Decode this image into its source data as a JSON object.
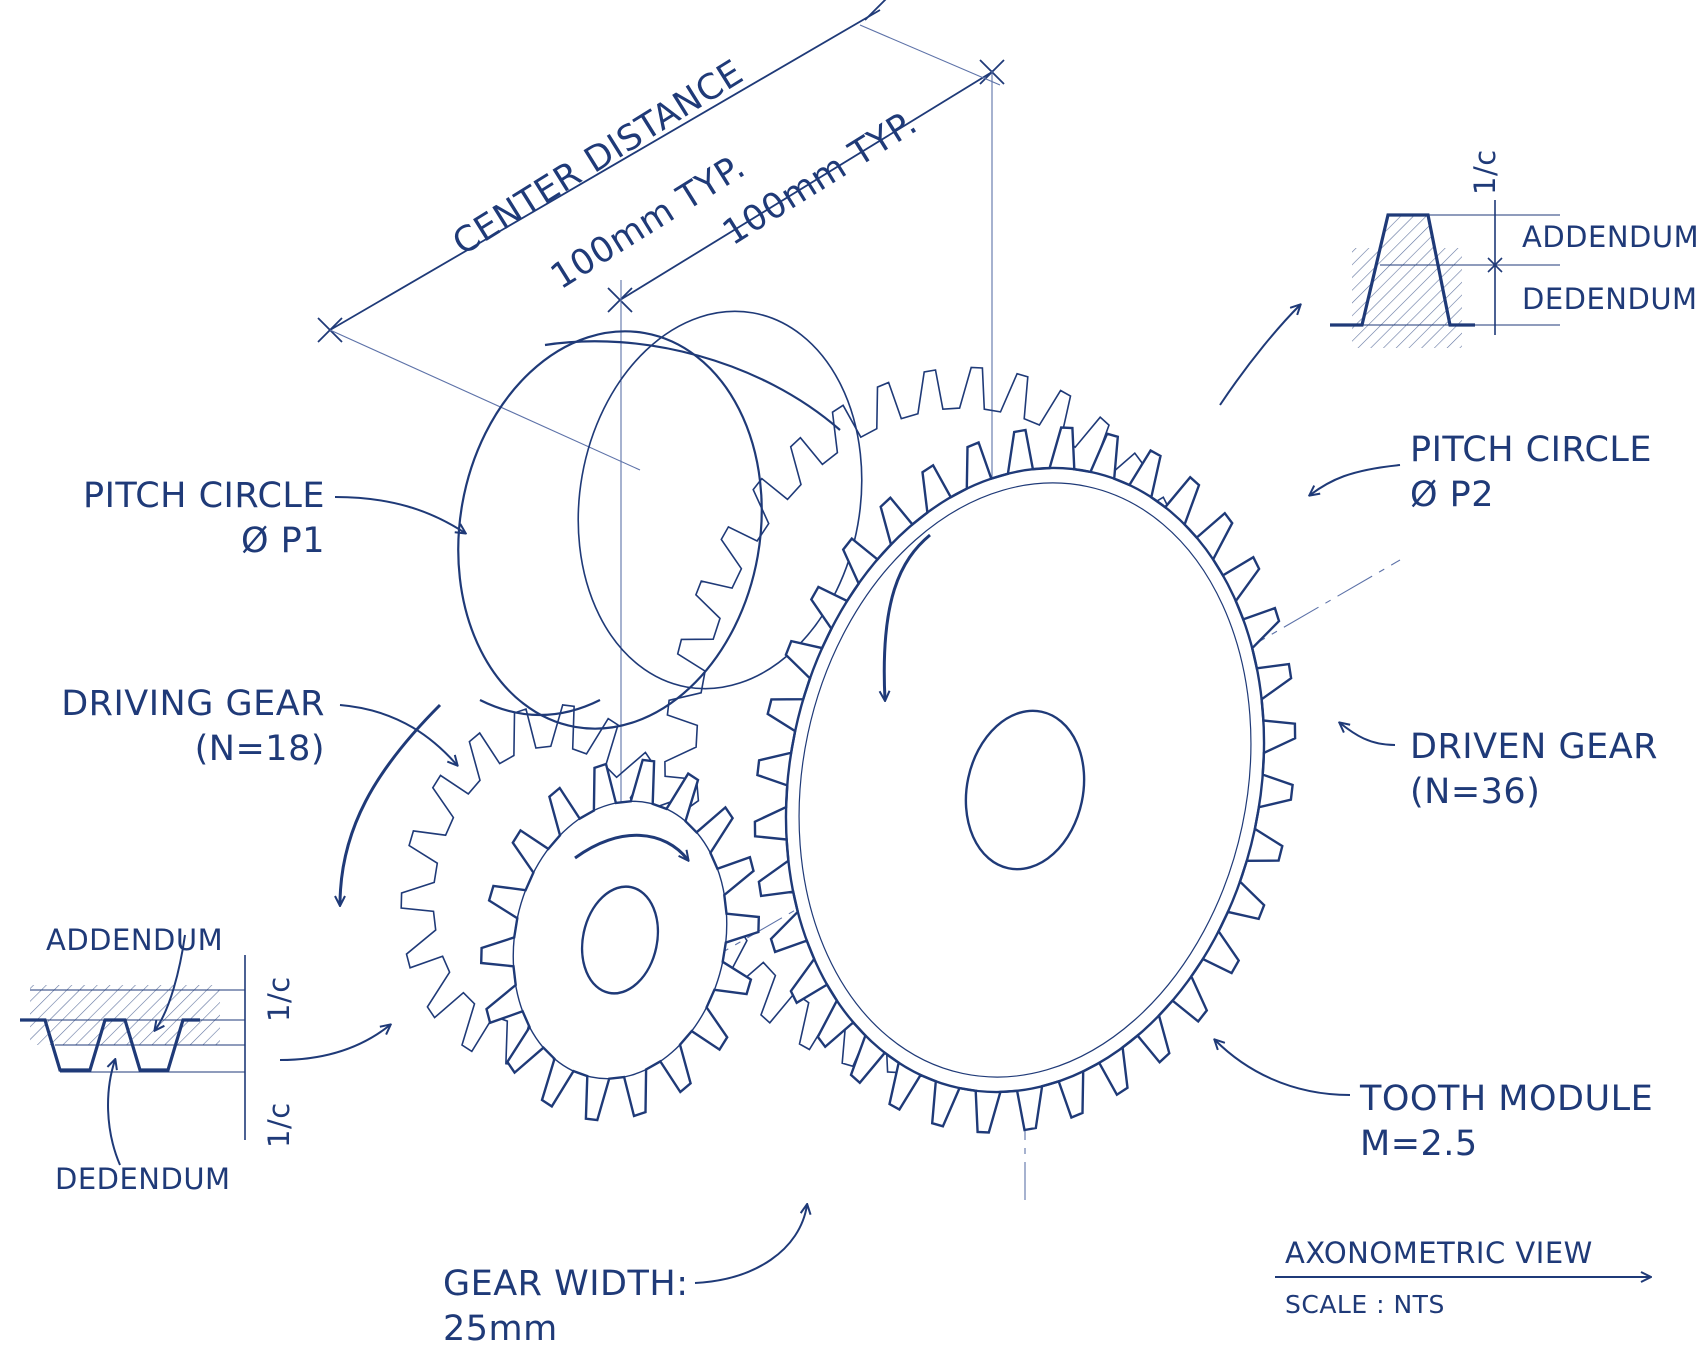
{
  "labels": {
    "center_distance": "CENTER DISTANCE",
    "typ_left": "100mm TYP.",
    "typ_right": "100mm TYP.",
    "pitch_circle_1": "PITCH CIRCLE",
    "pitch_circle_1_value": "Ø P1",
    "pitch_circle_2": "PITCH CIRCLE",
    "pitch_circle_2_value": "Ø P2",
    "driving_gear": "DRIVING GEAR",
    "driving_gear_teeth": "(N=18)",
    "driven_gear": "DRIVEN GEAR",
    "driven_gear_teeth": "(N=36)",
    "tooth_module": "TOOTH MODULE",
    "tooth_module_value": "M=2.5",
    "gear_width": "GEAR WIDTH:",
    "gear_width_value": "25mm",
    "addendum_top": "ADDENDUM",
    "dedendum_top": "DEDENDUM",
    "addendum_left": "ADDENDUM",
    "dedendum_left": "DEDENDUM",
    "one_over_c_top": "1/c",
    "one_over_c_left_1": "1/c",
    "one_over_c_left_2": "1/c",
    "view_title": "AXONOMETRIC VIEW",
    "scale": "SCALE : NTS"
  },
  "colors": {
    "ink": "#1f3a78",
    "light_ink": "#5d72a8",
    "paper": "#ffffff"
  },
  "gears": {
    "driving": {
      "teeth": 18
    },
    "driven": {
      "teeth": 36
    }
  }
}
